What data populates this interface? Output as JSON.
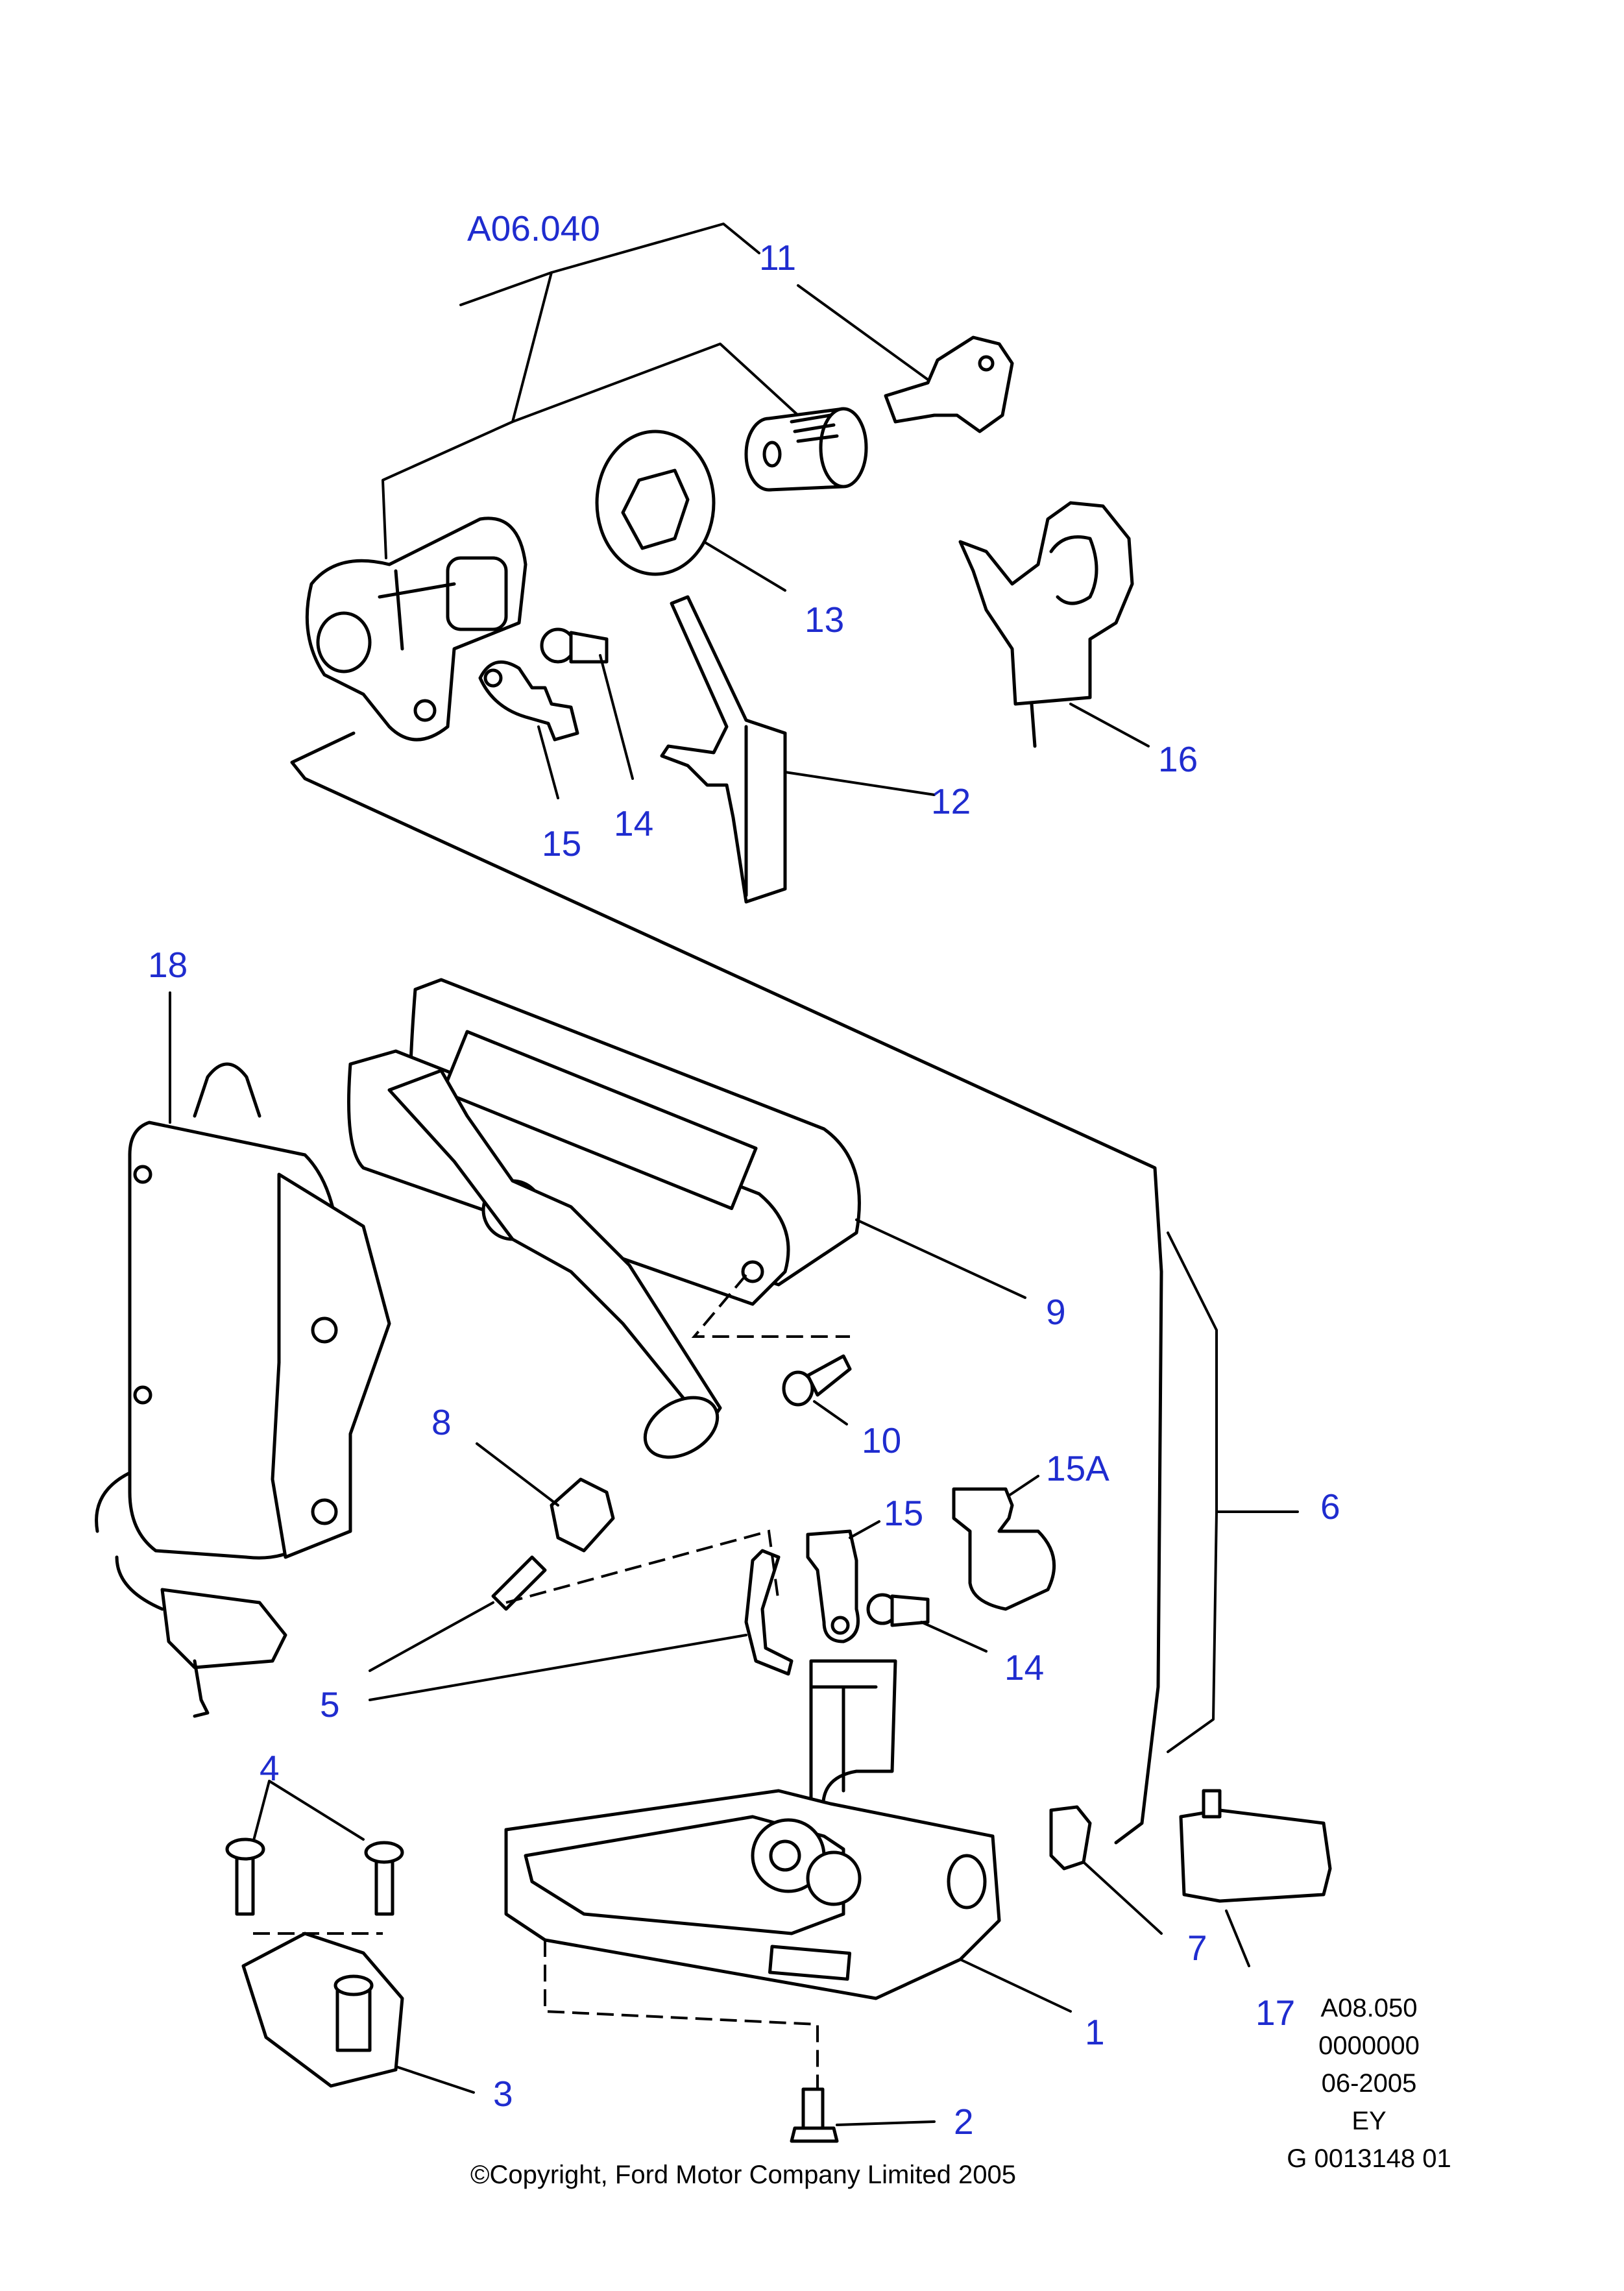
{
  "callouts": {
    "group_ref": "A06.040",
    "c1": "1",
    "c2": "2",
    "c3": "3",
    "c4": "4",
    "c5": "5",
    "c6": "6",
    "c7": "7",
    "c8": "8",
    "c9": "9",
    "c10": "10",
    "c11": "11",
    "c12": "12",
    "c13": "13",
    "c14_top": "14",
    "c14_bottom": "14",
    "c15_top": "15",
    "c15_bottom": "15",
    "c15a": "15A",
    "c16": "16",
    "c17": "17",
    "c18": "18"
  },
  "reference_block": {
    "line1": "A08.050",
    "line2": "0000000",
    "line3": "06-2005",
    "line4": "EY",
    "line5": "G 0013148 01"
  },
  "copyright": "©Copyright, Ford Motor Company Limited 2005",
  "colors": {
    "callout": "#1f2ccf",
    "line_art": "#000000",
    "background": "#ffffff"
  }
}
